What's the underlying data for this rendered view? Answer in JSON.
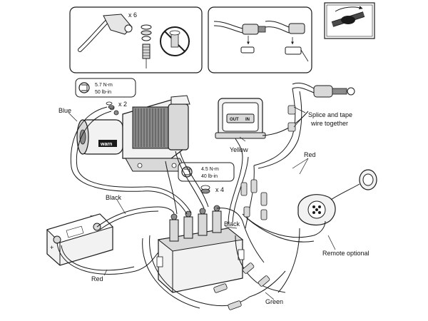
{
  "callouts": {
    "bolt_qty": "x 6",
    "torque1_qty": "x 2",
    "torque2_qty": "x 4"
  },
  "torque": {
    "winch": {
      "nm": "5.7 N-m",
      "lbin": "50 lb-in"
    },
    "solenoid": {
      "nm": "4.5 N-m",
      "lbin": "40 lb-in"
    }
  },
  "labels": {
    "blue": "Blue",
    "black_top": "Black",
    "black_mid": "Black",
    "red_bottom": "Red",
    "red_right": "Red",
    "yellow": "Yellow",
    "green": "Green",
    "splice_line1": "Splice and tape",
    "splice_line2": "wire together",
    "remote_optional": "Remote optional"
  },
  "switch": {
    "out": "OUT",
    "in": "IN"
  },
  "winch_brand": "warn",
  "colors": {
    "line": "#1a1a1a",
    "fill_light": "#f2f2f2",
    "fill_mid": "#d9d9d9",
    "fill_dark": "#8c8c8c"
  }
}
